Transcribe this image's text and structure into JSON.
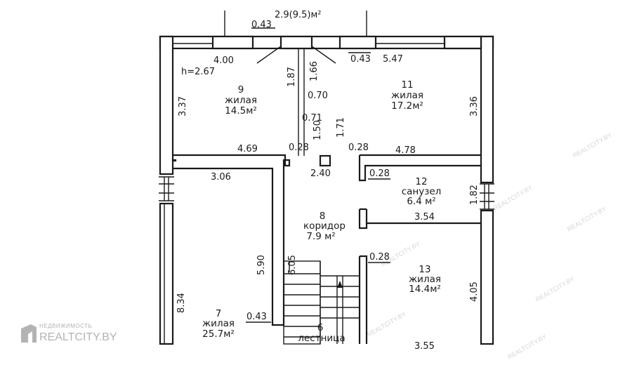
{
  "header_dimension": "2.9(9.5)м²",
  "dimensions": {
    "d043_top": "0.43",
    "d400": "4.00",
    "d043_right": "0.43",
    "d547": "5.47",
    "h267": "h=2.67",
    "d187": "1.87",
    "d166": "1.66",
    "d070": "0.70",
    "d337": "3.37",
    "d071": "0.71",
    "d150": "1.50",
    "d171": "1.71",
    "d336": "3.36",
    "d469": "4.69",
    "d028_a": "0.28",
    "d028_b": "0.28",
    "d478": "4.78",
    "d240": "2.40",
    "d028_c": "0.28",
    "d306": "3.06",
    "d182": "1.82",
    "d354": "3.54",
    "d590": "5.90",
    "d605": "6.05",
    "d028_d": "0.28",
    "d834": "8.34",
    "d405": "4.05",
    "d043_bottom": "0.43",
    "d355_partial": "3.55"
  },
  "rooms": {
    "r9": {
      "number": "9",
      "type": "жилая",
      "area": "14.5м²"
    },
    "r11": {
      "number": "11",
      "type": "жилая",
      "area": "17.2м²"
    },
    "r12": {
      "number": "12",
      "type": "санузел",
      "area": "6.4 м²"
    },
    "r8": {
      "number": "8",
      "type": "коридор",
      "area": "7.9 м²"
    },
    "r13": {
      "number": "13",
      "type": "жилая",
      "area": "14.4м²"
    },
    "r7": {
      "number": "7",
      "type": "жилая",
      "area": "25.7м²"
    },
    "r6": {
      "number": "6",
      "type": "лестница",
      "area": ""
    }
  },
  "watermark": {
    "small": "НЕДВИЖИМОСТЬ",
    "big": "REALTCITY.BY",
    "repeat": "REALTCITY.BY"
  }
}
